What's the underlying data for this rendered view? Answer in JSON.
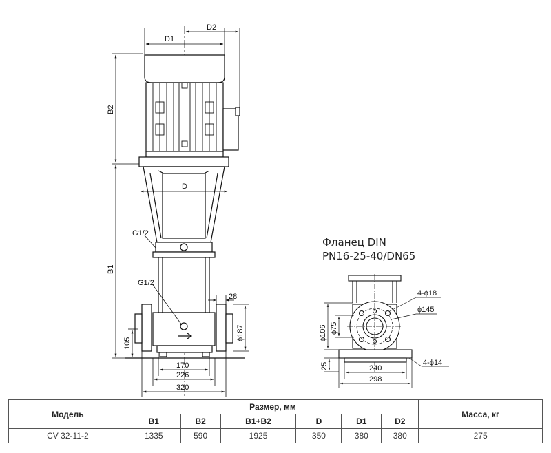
{
  "drawing": {
    "dims": {
      "d1": "D1",
      "d2": "D2",
      "d": "D",
      "b1": "B1",
      "b2": "B2",
      "h105": "105",
      "w170": "170",
      "w226": "226",
      "w320": "320",
      "w28": "28",
      "dia187": "ϕ187",
      "g12_top": "G1/2",
      "g12_mid": "G1/2"
    },
    "flange": {
      "title_line1": "Фланец DIN",
      "title_line2": "PN16-25-40/DN65",
      "holes": "4-ϕ18",
      "bolt_circle": "ϕ145",
      "dia106": "ϕ106",
      "dia75": "ϕ75",
      "h25": "25",
      "w240": "240",
      "w298": "298",
      "base_holes": "4-ϕ14"
    }
  },
  "table": {
    "model_header": "Модель",
    "size_header": "Размер, мм",
    "mass_header": "Масса, кг",
    "columns": [
      "B1",
      "B2",
      "B1+B2",
      "D",
      "D1",
      "D2"
    ],
    "rows": [
      {
        "model": "CV 32-11-2",
        "values": [
          "1335",
          "590",
          "1925",
          "350",
          "380",
          "380"
        ],
        "mass": "275"
      }
    ]
  }
}
